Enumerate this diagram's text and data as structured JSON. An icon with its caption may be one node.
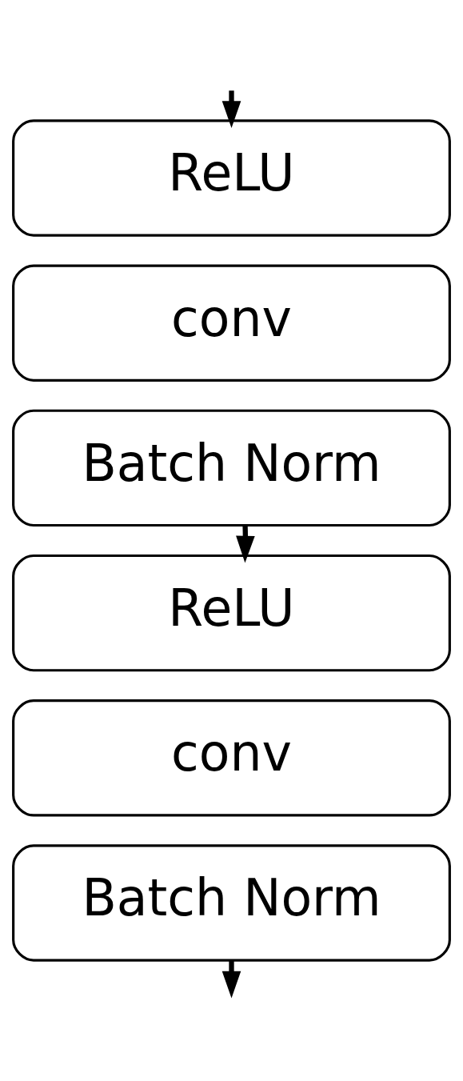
{
  "diagram": {
    "nodes": [
      {
        "text": [
          "ReLU"
        ]
      },
      {
        "text": [
          "conv"
        ]
      },
      {
        "text": [
          "Batch Norm"
        ]
      },
      {
        "text": [
          "ReLU"
        ]
      },
      {
        "text": [
          "conv"
        ]
      },
      {
        "text": [
          "Batch Norm"
        ]
      }
    ],
    "edges": [
      {
        "from": null,
        "to": 0,
        "arrow": "to"
      },
      {
        "from": 2,
        "to": 3,
        "arrow": "to"
      },
      {
        "from": 5,
        "to": null,
        "arrow": "to"
      }
    ]
  }
}
